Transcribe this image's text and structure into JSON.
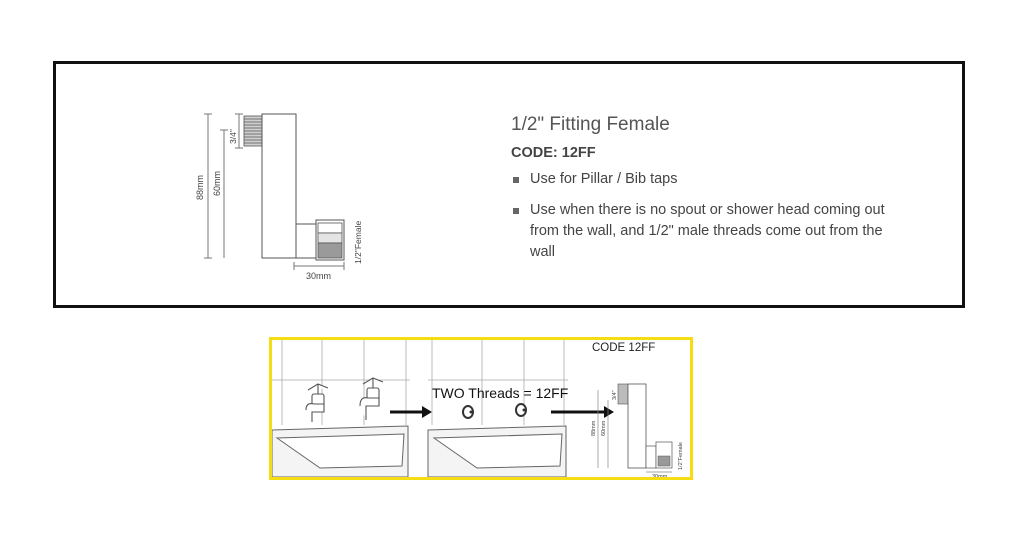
{
  "product": {
    "title": "1/2\" Fitting Female",
    "code": "CODE: 12FF",
    "bullets": [
      "Use for Pillar / Bib taps",
      "Use when there is no spout or shower head coming out from the wall, and 1/2\" male threads come out from the wall"
    ]
  },
  "drawing": {
    "dim_total": "88mm",
    "dim_body": "60mm",
    "dim_thread_top": "3/4\"",
    "dim_thread_side": "1/2\"Female",
    "dim_width": "30mm"
  },
  "install": {
    "code": "CODE 12FF",
    "threads_label": "TWO Threads = 12FF"
  }
}
